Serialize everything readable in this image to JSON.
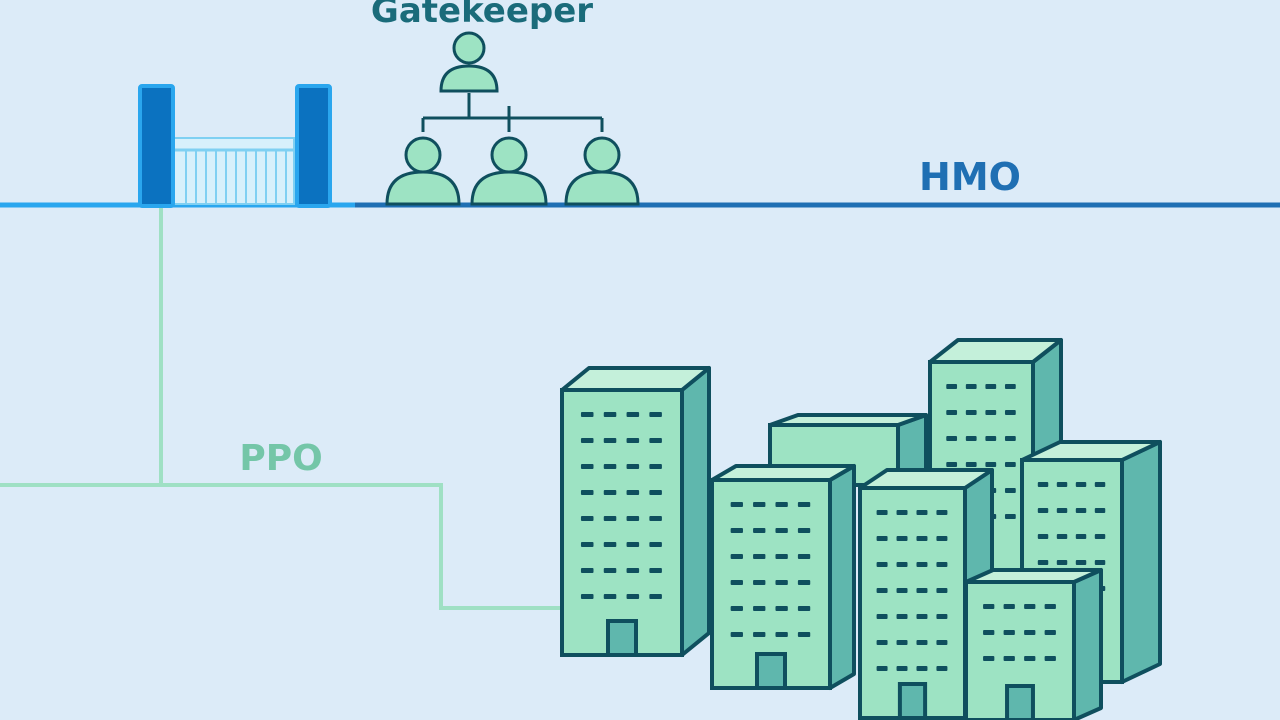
{
  "labels": {
    "gatekeeper": "Gatekeeper",
    "hmo": "HMO",
    "ppo": "PPO"
  },
  "colors": {
    "background": "#dcebf8",
    "hmo_line": "#1f6fb3",
    "gate_blue": "#2a9be0",
    "gate_dark": "#0b72c0",
    "ppo_line": "#9fe0c4",
    "building_fill": "#9de3c3",
    "building_side": "#5fb7ad",
    "outline": "#0f4f5e",
    "label_teal": "#1a6b7a",
    "ppo_label": "#74c6a8"
  },
  "icons": {
    "gate": "gate-icon",
    "person": "person-icon",
    "building": "office-building-icon"
  }
}
